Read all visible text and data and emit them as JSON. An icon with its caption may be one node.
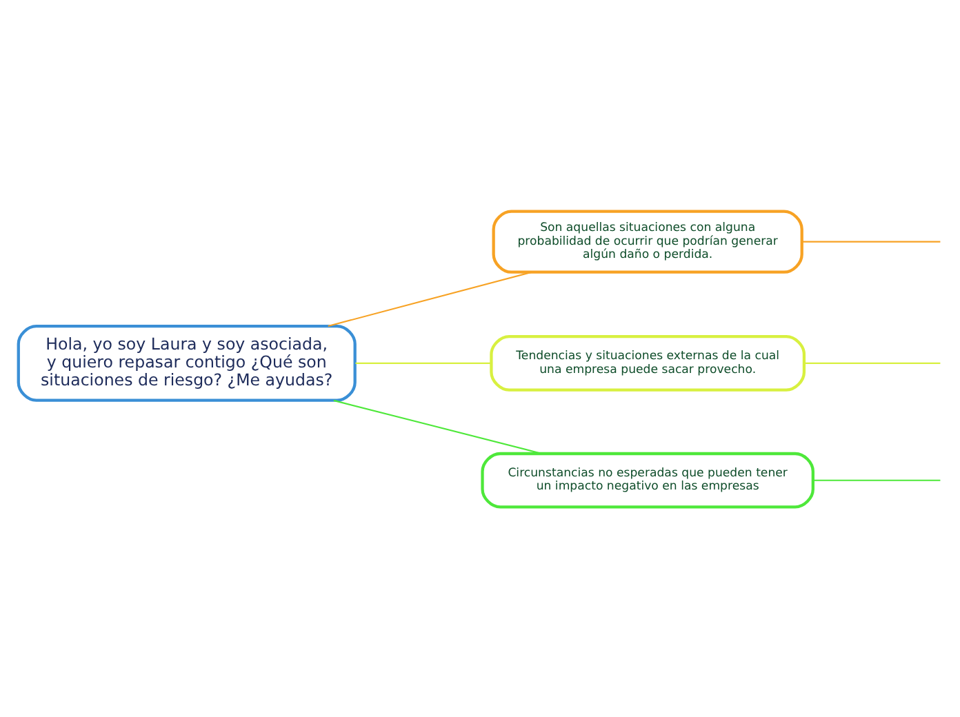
{
  "diagram": {
    "nodes": [
      {
        "text": [
          "Hola, yo soy Laura y soy asociada, y quiero repasar contigo ¿Qué son situaciones de riesgo? ¿Me ayudas?"
        ]
      },
      {
        "text": [
          "Son aquellas situaciones con alguna probabilidad de ocurrir que podrían generar algún daño o perdida."
        ]
      },
      {
        "text": [
          "Tendencias y situaciones externas de la cual una empresa puede sacar provecho."
        ]
      },
      {
        "text": [
          "Circunstancias no esperadas que pueden tener un impacto negativo en las empresas"
        ]
      }
    ],
    "edges": [
      {
        "from": 0,
        "to": 1,
        "arrow": "none",
        "color": "#f7a224"
      },
      {
        "from": 0,
        "to": 2,
        "arrow": "none",
        "color": "#d8f040"
      },
      {
        "from": 0,
        "to": 3,
        "arrow": "none",
        "color": "#4ee83a"
      },
      {
        "from": 1,
        "to": null,
        "arrow": "none",
        "color": "#f7a224"
      },
      {
        "from": 2,
        "to": null,
        "arrow": "none",
        "color": "#d8f040"
      },
      {
        "from": 3,
        "to": null,
        "arrow": "none",
        "color": "#4ee83a"
      }
    ]
  }
}
